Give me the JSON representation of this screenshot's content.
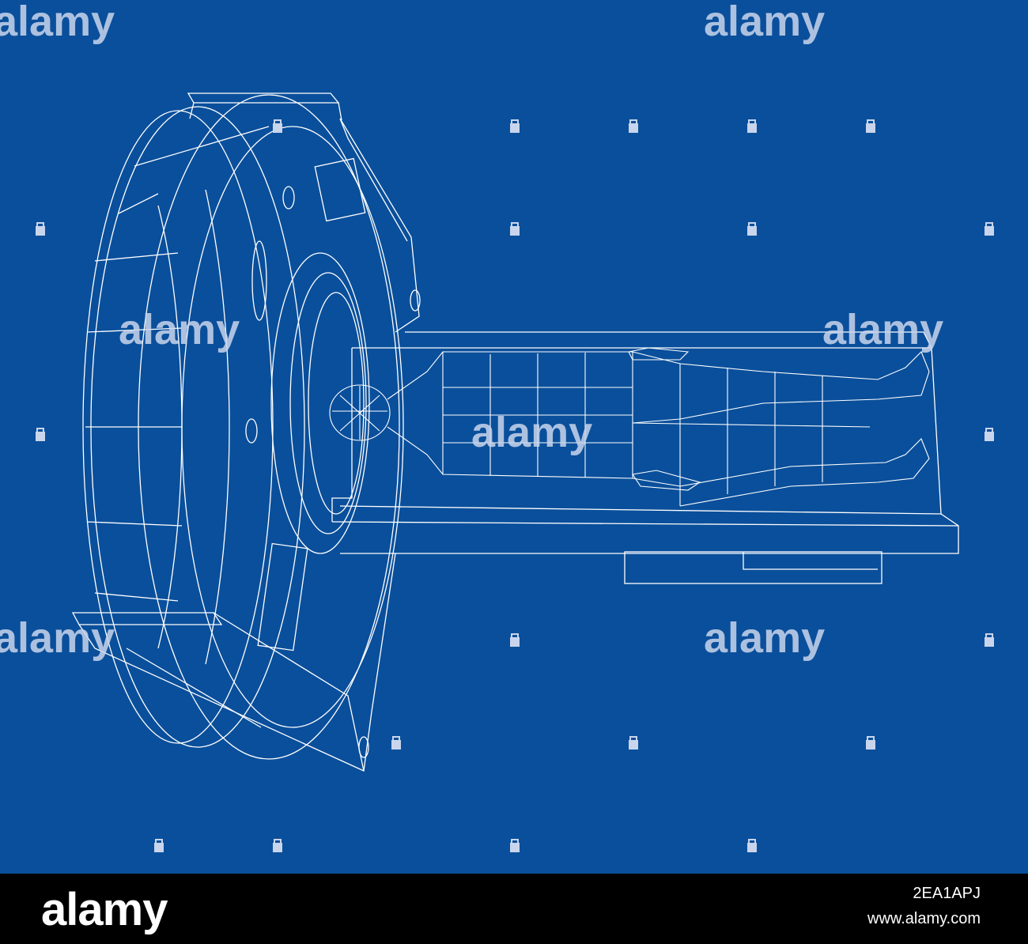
{
  "watermark": {
    "text": "alamy",
    "color": "#c9d5ec"
  },
  "scene": {
    "background_color": "#0a4f9b",
    "line_color": "#ffffff",
    "subject": "mri-scanner-with-patient-wireframe-icon"
  },
  "footer": {
    "logo": "alamy",
    "image_id": "2EA1APJ",
    "url": "www.alamy.com"
  }
}
